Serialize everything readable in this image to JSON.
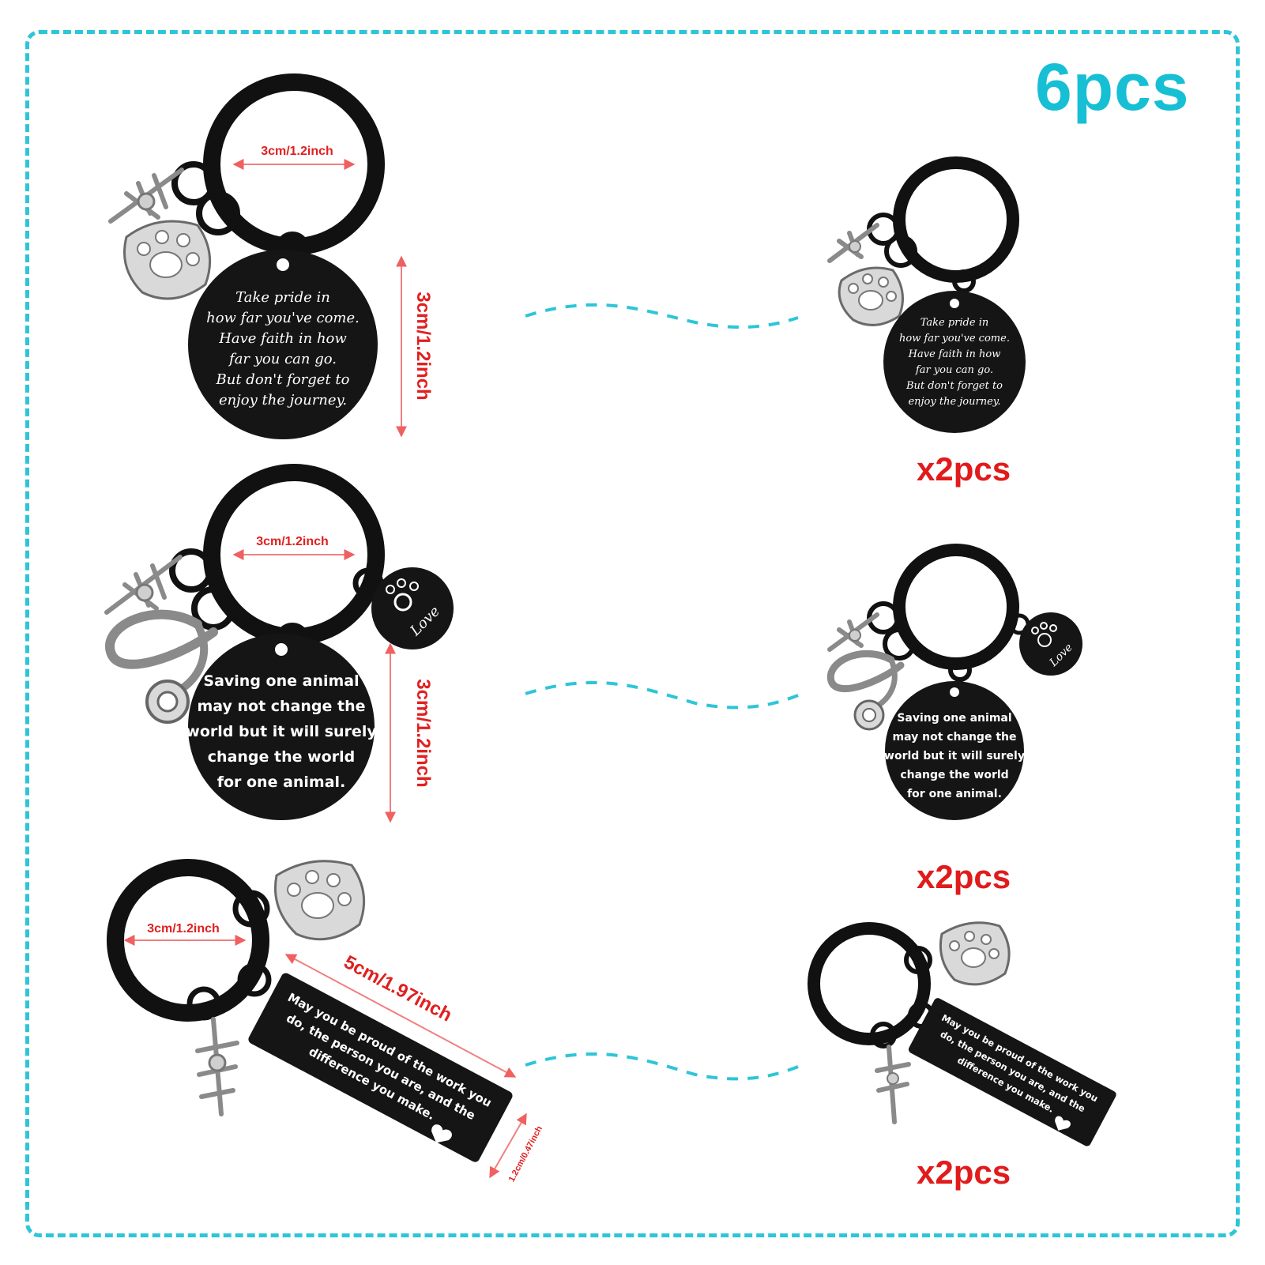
{
  "heading": "6pcs",
  "quantities": [
    "x2pcs",
    "x2pcs",
    "x2pcs"
  ],
  "tags": {
    "tag1_lines": [
      "Take pride in",
      "how far you've come.",
      "Have faith in how",
      "far you can go.",
      "But don't forget to",
      "enjoy the journey."
    ],
    "tag2_lines": [
      "Saving one animal",
      "may not change the",
      "world but it will surely",
      "change the world",
      "for one animal."
    ],
    "tag3_lines": [
      "May you be proud of the work you",
      "do, the person you are, and the",
      "difference you make."
    ],
    "love_charm": "Love"
  },
  "dimensions": {
    "ring": "3cm/1.2inch",
    "round_tag": "3cm/1.2inch",
    "bar_length": "5cm/1.97inch",
    "bar_width": "1.2cm/0.47inch"
  },
  "colors": {
    "accent": "#17bfd4",
    "quantity_text": "#e11b1b",
    "tag_black": "#151515"
  }
}
